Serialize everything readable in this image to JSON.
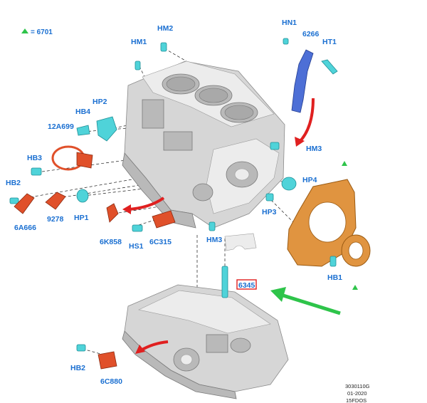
{
  "legend": {
    "marker_color": "#2ec44a",
    "text": "= 6701"
  },
  "labels": {
    "hm2": "HM2",
    "hm1": "HM1",
    "hn1": "HN1",
    "p6266": "6266",
    "ht1": "HT1",
    "hp2": "HP2",
    "hb4": "HB4",
    "p12a699": "12A699",
    "hb3": "HB3",
    "hb2_top": "HB2",
    "p6a666": "6A666",
    "p9278": "9278",
    "hp1": "HP1",
    "p6k858": "6K858",
    "hs1": "HS1",
    "p6c315": "6C315",
    "hm3_right": "HM3",
    "hp4": "HP4",
    "hp3": "HP3",
    "hm3_center": "HM3",
    "hb1": "HB1",
    "p6345": "6345",
    "hb2_bottom": "HB2",
    "p6c880": "6C880"
  },
  "reference": {
    "code": "3030110G",
    "date": "01-2020",
    "sheet": "15FDOS"
  },
  "colors": {
    "label": "#1a6fd1",
    "highlight_box": "#e02020",
    "pointer_arrow": "#2ec44a",
    "motion_arrow": "#e02020"
  }
}
